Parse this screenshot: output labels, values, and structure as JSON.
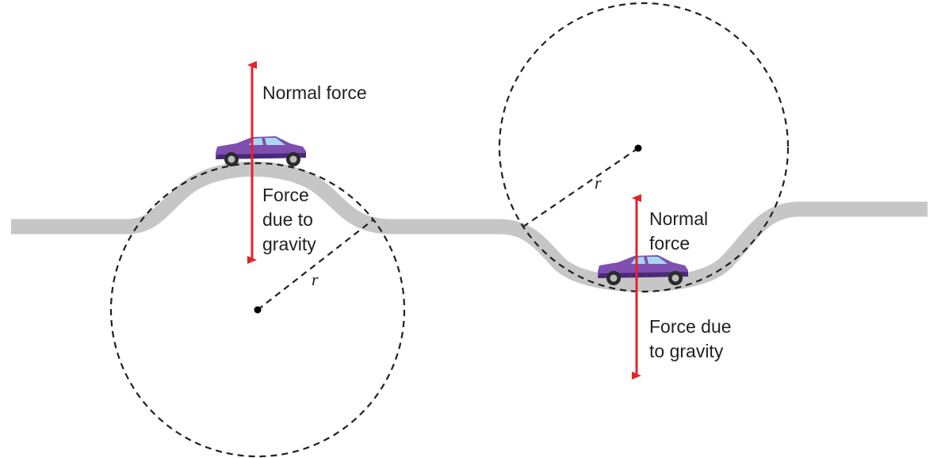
{
  "labels": {
    "left_normal_force": "Normal force",
    "left_gravity_line1": "Force",
    "left_gravity_line2": "due to",
    "left_gravity_line3": "gravity",
    "left_radius": "r",
    "right_normal_line1": "Normal",
    "right_normal_line2": "force",
    "right_gravity_line1": "Force due",
    "right_gravity_line2": "to gravity",
    "right_radius": "r"
  },
  "colors": {
    "road": "#c6c6c6",
    "arrow": "#e2232a",
    "car_body": "#7e4fb0",
    "car_dark": "#4a2a78",
    "guide": "#231f20"
  },
  "icons": {
    "car": "car-icon",
    "center_point": "center-dot"
  }
}
